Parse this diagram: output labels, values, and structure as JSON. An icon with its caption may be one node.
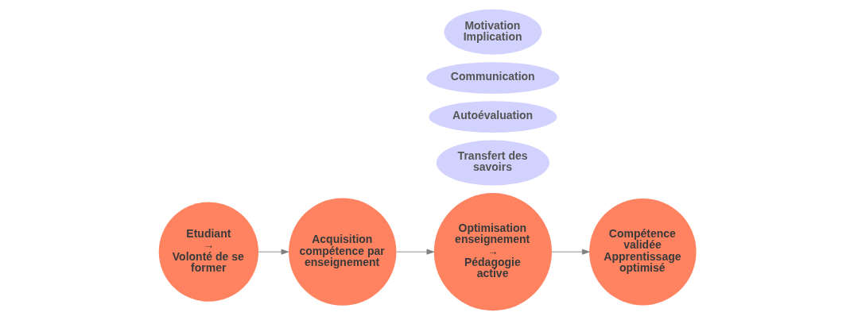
{
  "diagram": {
    "nodes": [
      {
        "text": [
          "Etudiant",
          "→",
          "Volonté de se former"
        ]
      },
      {
        "text": [
          "Acquisition compétence par enseignement"
        ]
      },
      {
        "text": [
          "Optimisation enseignement",
          "→",
          "Pédagogie active"
        ]
      },
      {
        "text": [
          "Compétence validée",
          "Apprentissage optimisé"
        ]
      },
      {
        "text": [
          "Transfert des savoirs"
        ]
      },
      {
        "text": [
          "Autoévaluation"
        ]
      },
      {
        "text": [
          "Communication"
        ]
      },
      {
        "text": [
          "Motivation Implication"
        ]
      }
    ],
    "edges": [
      {
        "from": 0,
        "to": 1,
        "arrow": "to"
      },
      {
        "from": 1,
        "to": 2,
        "arrow": "to"
      },
      {
        "from": 2,
        "to": 3,
        "arrow": "to"
      }
    ]
  }
}
